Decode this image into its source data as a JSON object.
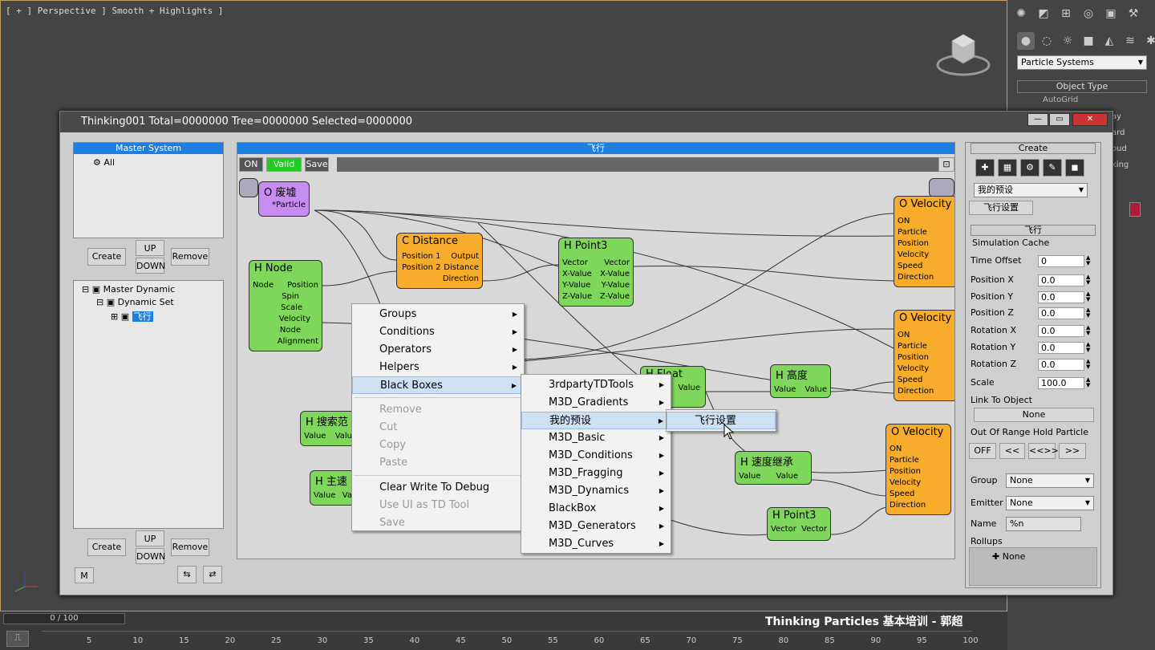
{
  "viewport": {
    "label": "[ + ] Perspective ] Smooth + Highlights ]"
  },
  "window": {
    "title": "Thinking001  Total=0000000  Tree=0000000  Selected=0000000"
  },
  "left": {
    "master_system": "Master System",
    "all": "All",
    "create": "Create",
    "up": "UP",
    "down": "DOWN",
    "remove": "Remove",
    "tree": [
      "Master Dynamic",
      "Dynamic Set",
      "飞行"
    ],
    "m": "M"
  },
  "graph": {
    "title": "飞行",
    "on": "ON",
    "valid": "Valid",
    "save": "Save",
    "nodes": {
      "feixu": {
        "title": "O 废墟",
        "port": "*Particle"
      },
      "distance": {
        "title": "C Distance",
        "in": [
          "Position 1",
          "Position 2"
        ],
        "out": [
          "Output",
          "Distance",
          "Direction"
        ]
      },
      "point3a": {
        "title": "H Point3",
        "in": [
          "Vector",
          "X-Value",
          "Y-Value",
          "Z-Value"
        ],
        "out": [
          "Vector",
          "X-Value",
          "Y-Value",
          "Z-Value"
        ]
      },
      "hnode": {
        "title": "H Node",
        "in": [
          "Node"
        ],
        "out": [
          "Position",
          "Spin",
          "Scale",
          "Velocity",
          "Node",
          "Alignment"
        ]
      },
      "vel1": {
        "title": "O Velocity",
        "in": [
          "ON",
          "Particle",
          "Position",
          "Velocity",
          "Speed",
          "Direction"
        ]
      },
      "vel2": {
        "title": "O Velocity",
        "in": [
          "ON",
          "Particle",
          "Position",
          "Velocity",
          "Speed",
          "Direction"
        ]
      },
      "vel3": {
        "title": "O Velocity",
        "in": [
          "ON",
          "Particle",
          "Position",
          "Velocity",
          "Speed",
          "Direction"
        ]
      },
      "float": {
        "title": "H Float",
        "out": [
          "Value"
        ]
      },
      "gaodu": {
        "title": "H 高度",
        "in": [
          "Value"
        ],
        "out": [
          "Value"
        ]
      },
      "suodu": {
        "title": "H 速度继承",
        "in": [
          "Value"
        ],
        "out": [
          "Value"
        ]
      },
      "point3b": {
        "title": "H Point3",
        "in": [
          "Vector"
        ],
        "out": [
          "Vector"
        ]
      },
      "sousuo": {
        "title": "H 搜索范",
        "in": [
          "Value"
        ],
        "out": [
          "Valu"
        ]
      },
      "zhusu": {
        "title": "H 主速",
        "in": [
          "Value"
        ],
        "out": [
          "Va"
        ]
      }
    }
  },
  "menu1": {
    "items": [
      "Groups",
      "Conditions",
      "Operators",
      "Helpers",
      "Black Boxes"
    ],
    "items2": [
      "Remove",
      "Cut",
      "Copy",
      "Paste"
    ],
    "items3": [
      "Clear Write To Debug",
      "Use UI as TD Tool",
      "Save"
    ]
  },
  "menu2": {
    "items": [
      "3rdpartyTDTools",
      "M3D_Gradients",
      "我的预设",
      "M3D_Basic",
      "M3D_Conditions",
      "M3D_Fragging",
      "M3D_Dynamics",
      "BlackBox",
      "M3D_Generators",
      "M3D_Curves"
    ]
  },
  "menu3": {
    "items": [
      "飞行设置"
    ]
  },
  "right": {
    "create": "Create",
    "preset": "我的预设",
    "preset_btn": "飞行设置",
    "group_title": "飞行",
    "sim_cache": "Simulation Cache",
    "fields": [
      {
        "label": "Time Offset",
        "value": "0"
      },
      {
        "label": "Position X",
        "value": "0.0"
      },
      {
        "label": "Position Y",
        "value": "0.0"
      },
      {
        "label": "Position Z",
        "value": "0.0"
      },
      {
        "label": "Rotation X",
        "value": "0.0"
      },
      {
        "label": "Rotation Y",
        "value": "0.0"
      },
      {
        "label": "Rotation Z",
        "value": "0.0"
      },
      {
        "label": "Scale",
        "value": "100.0"
      }
    ],
    "link": "Link To Object",
    "none": "None",
    "out_of_range": "Out Of Range Hold Particle",
    "off": "OFF",
    "b1": "<<",
    "b2": "<<>>",
    "b3": ">>",
    "group_lab": "Group",
    "group_val": "None",
    "emitter_lab": "Emitter",
    "emitter_val": "None",
    "name_lab": "Name",
    "name_val": "%n",
    "rollups": "Rollups",
    "rollup_none": "None"
  },
  "cmd": {
    "dropdown": "Particle Systems",
    "object_type": "Object Type",
    "autogrid": "AutoGrid",
    "partial": [
      "ay",
      "ard",
      "oud",
      "king"
    ]
  },
  "timeline": {
    "frame": "0 / 100",
    "ticks": [
      "5",
      "10",
      "15",
      "20",
      "25",
      "30",
      "35",
      "40",
      "45",
      "50",
      "55",
      "60",
      "65",
      "70",
      "75",
      "80",
      "85",
      "90",
      "95",
      "100"
    ]
  },
  "caption": "Thinking Particles 基本培训 - 郭超"
}
